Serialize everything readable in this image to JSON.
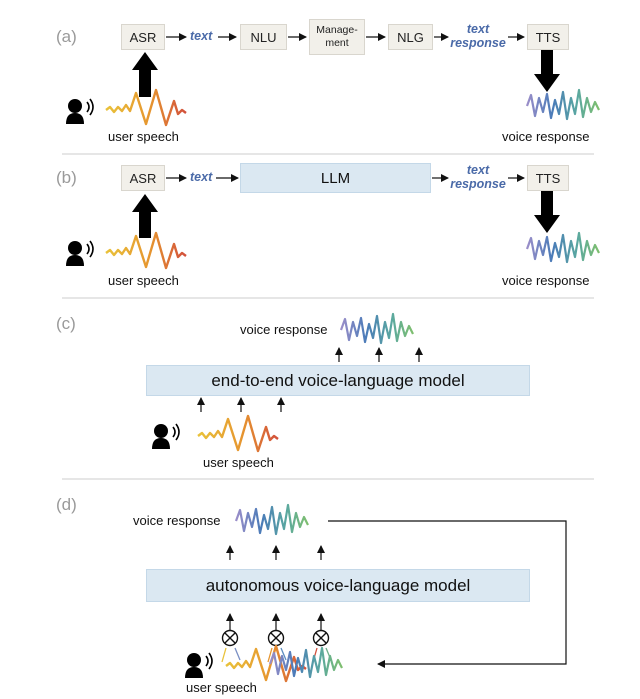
{
  "panels": [
    "(a)",
    "(b)",
    "(c)",
    "(d)"
  ],
  "a": {
    "asr": "ASR",
    "text": "text",
    "nlu": "NLU",
    "management_line1": "Manage-",
    "management_line2": "ment",
    "nlg": "NLG",
    "text_response_line1": "text",
    "text_response_line2": "response",
    "tts": "TTS",
    "user_speech": "user speech",
    "voice_response": "voice response"
  },
  "b": {
    "asr": "ASR",
    "text": "text",
    "llm": "LLM",
    "text_response_line1": "text",
    "text_response_line2": "response",
    "tts": "TTS",
    "user_speech": "user speech",
    "voice_response": "voice response"
  },
  "c": {
    "voice_response": "voice response",
    "model": "end-to-end voice-language model",
    "user_speech": "user speech"
  },
  "d": {
    "voice_response": "voice response",
    "model": "autonomous voice-language model",
    "user_speech": "user speech"
  },
  "colors": {
    "speech_wave": [
      "#e9c23a",
      "#e6952f",
      "#d2503c"
    ],
    "voice_wave": [
      "#9b8ec9",
      "#4a7bb8",
      "#5aa8a0",
      "#7fbf6e"
    ],
    "box_fill": "#f2f0ea",
    "model_fill": "#dbe8f2",
    "accent_text": "#4a6aa8"
  },
  "icons": [
    "person-speaking-icon",
    "sound-waves-icon",
    "multiply-circle-icon",
    "arrow-icon"
  ]
}
